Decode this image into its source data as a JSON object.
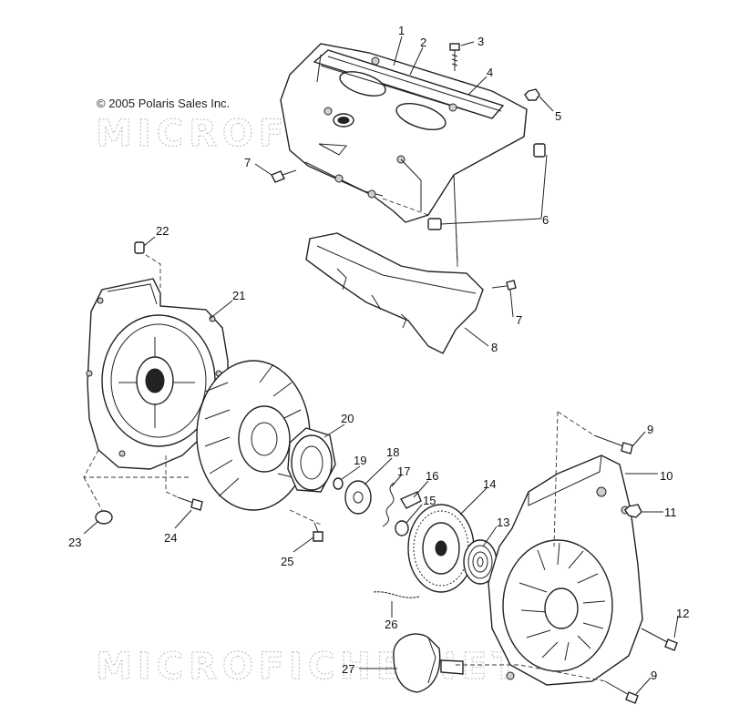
{
  "copyright": "© 2005 Polaris Sales Inc.",
  "watermark": "MICROFICHE.NET",
  "callouts": [
    {
      "id": "1",
      "label": "1"
    },
    {
      "id": "2",
      "label": "2"
    },
    {
      "id": "3",
      "label": "3"
    },
    {
      "id": "4",
      "label": "4"
    },
    {
      "id": "5",
      "label": "5"
    },
    {
      "id": "6",
      "label": "6"
    },
    {
      "id": "7a",
      "label": "7"
    },
    {
      "id": "7b",
      "label": "7"
    },
    {
      "id": "8",
      "label": "8"
    },
    {
      "id": "9a",
      "label": "9"
    },
    {
      "id": "9b",
      "label": "9"
    },
    {
      "id": "10",
      "label": "10"
    },
    {
      "id": "11",
      "label": "11"
    },
    {
      "id": "12",
      "label": "12"
    },
    {
      "id": "13",
      "label": "13"
    },
    {
      "id": "14",
      "label": "14"
    },
    {
      "id": "15",
      "label": "15"
    },
    {
      "id": "16",
      "label": "16"
    },
    {
      "id": "17",
      "label": "17"
    },
    {
      "id": "18",
      "label": "18"
    },
    {
      "id": "19",
      "label": "19"
    },
    {
      "id": "20",
      "label": "20"
    },
    {
      "id": "21",
      "label": "21"
    },
    {
      "id": "22",
      "label": "22"
    },
    {
      "id": "23",
      "label": "23"
    },
    {
      "id": "24",
      "label": "24"
    },
    {
      "id": "25",
      "label": "25"
    },
    {
      "id": "26",
      "label": "26"
    },
    {
      "id": "27",
      "label": "27"
    }
  ]
}
